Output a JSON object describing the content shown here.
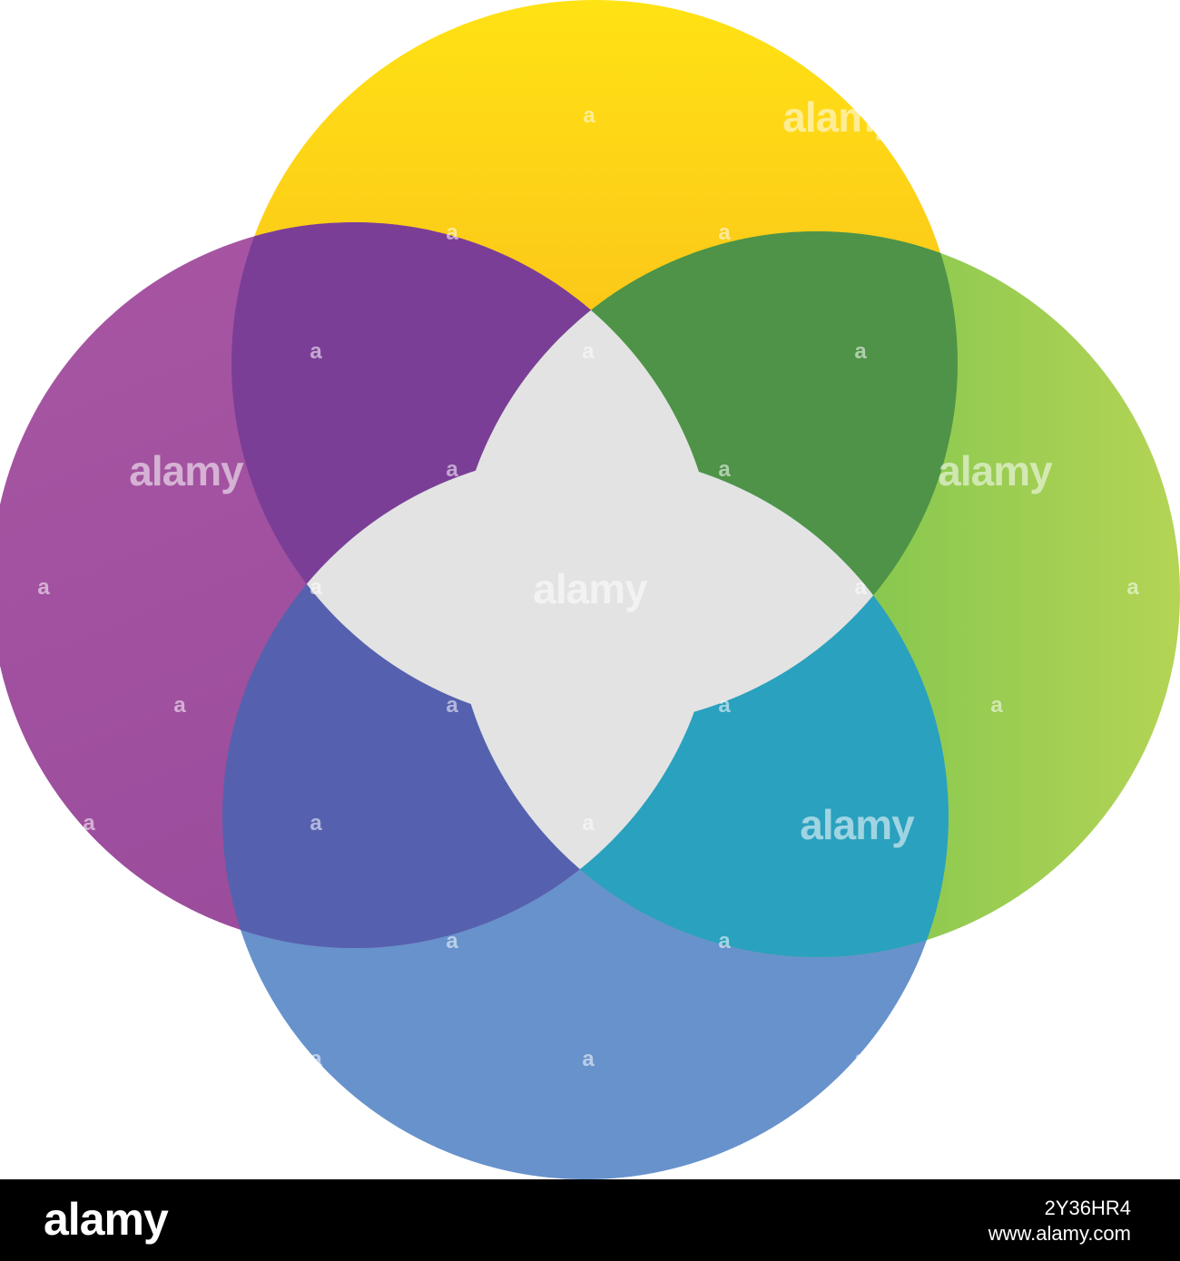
{
  "diagram": {
    "description_type": "four-overlapping-circles",
    "colors": {
      "top_start": "#FFE214",
      "top_end": "#F7A51F",
      "left_start": "#A856A3",
      "left_end": "#9A4C9C",
      "right_start": "#4DB748",
      "right_end": "#B4D455",
      "bottom": "#6792CC",
      "overlap_top_left": "#7B3E97",
      "overlap_top_right": "#4E9347",
      "overlap_bottom_left": "#5561AE",
      "overlap_bottom_right": "#2AA1BE",
      "center": "#E3E3E3"
    }
  },
  "watermark": {
    "text": "alamy",
    "glyph": "a"
  },
  "footer": {
    "logo": "alamy",
    "image_id": "2Y36HR4",
    "url": "www.alamy.com"
  }
}
